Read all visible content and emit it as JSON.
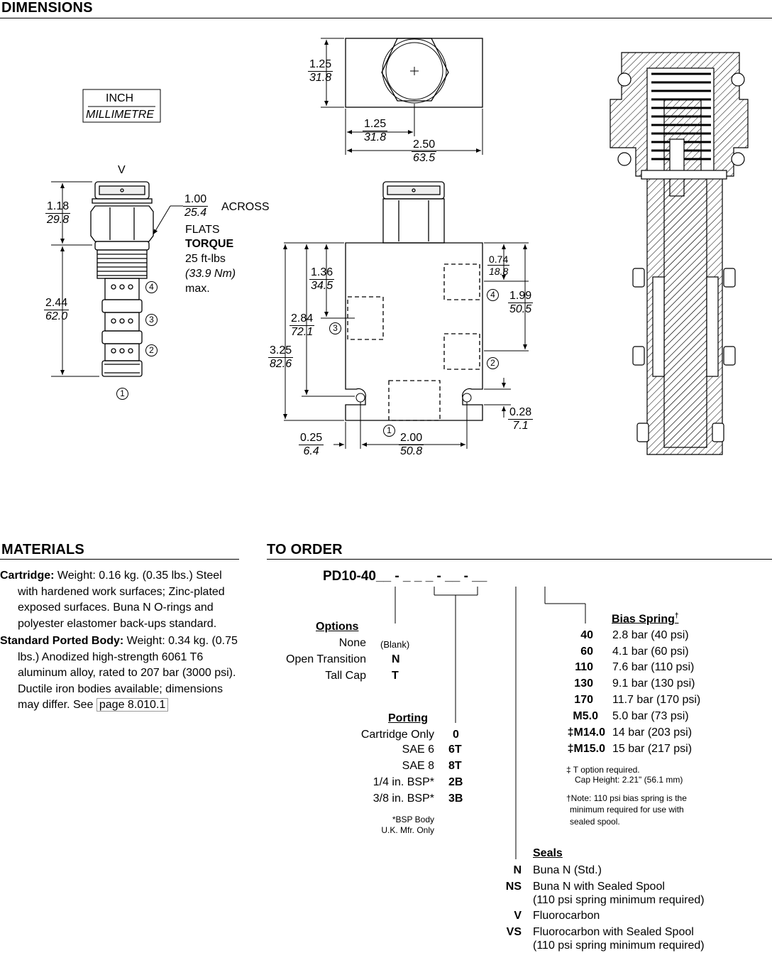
{
  "sections": {
    "dimensions": "DIMENSIONS",
    "materials": "MATERIALS",
    "to_order": "TO ORDER"
  },
  "legend": {
    "inch": "INCH",
    "millimetre": "MILLIMETRE"
  },
  "cartridge_view": {
    "top_label": "V",
    "across_flats": {
      "in": "1.00",
      "mm": "25.4",
      "text1": "ACROSS",
      "text2": "FLATS"
    },
    "torque": {
      "title": "TORQUE",
      "line1": "25 ft-lbs",
      "line2": "(33.9 Nm)",
      "line3": "max."
    },
    "dim_height": {
      "in": "1.18",
      "mm": "29.8"
    },
    "dim_body": {
      "in": "2.44",
      "mm": "62.0"
    },
    "ports": [
      "4",
      "3",
      "2",
      "1"
    ]
  },
  "body_top_view": {
    "dim_height": {
      "in": "1.25",
      "mm": "31.8"
    },
    "dim_center": {
      "in": "1.25",
      "mm": "31.8"
    },
    "dim_width": {
      "in": "2.50",
      "mm": "63.5"
    }
  },
  "body_front_view": {
    "dim_a": {
      "in": "1.36",
      "mm": "34.5"
    },
    "dim_b": {
      "in": "2.84",
      "mm": "72.1"
    },
    "dim_c": {
      "in": "3.25",
      "mm": "82.6"
    },
    "dim_d": {
      "in": "0.74",
      "mm": "18.8"
    },
    "dim_e": {
      "in": "1.99",
      "mm": "50.5"
    },
    "dim_f": {
      "in": "0.28",
      "mm": "7.1"
    },
    "dim_g": {
      "in": "0.25",
      "mm": "6.4"
    },
    "dim_h": {
      "in": "2.00",
      "mm": "50.8"
    },
    "ports": [
      "3",
      "4",
      "2",
      "1"
    ]
  },
  "materials": {
    "cartridge_label": "Cartridge:",
    "cartridge_text": " Weight: 0.16 kg. (0.35 lbs.) Steel with hardened work surfaces; Zinc-plated exposed surfaces. Buna N O-rings and polyester elastomer back-ups standard.",
    "body_label": "Standard Ported Body:",
    "body_text": " Weight: 0.34 kg. (0.75 lbs.) Anodized high-strength 6061 T6 aluminum alloy, rated to 207 bar (3000 psi). Ductile iron bodies available; dimensions may differ. See ",
    "page_link": "page 8.010.1"
  },
  "order": {
    "code": "PD10-40__ - _ _ _ - __ - __",
    "options": {
      "title": "Options",
      "items": [
        {
          "label": "None",
          "code": "(Blank)"
        },
        {
          "label": "Open Transition",
          "code": "N"
        },
        {
          "label": "Tall Cap",
          "code": "T"
        }
      ]
    },
    "porting": {
      "title": "Porting",
      "items": [
        {
          "label": "Cartridge Only",
          "code": "0"
        },
        {
          "label": "SAE 6",
          "code": "6T"
        },
        {
          "label": "SAE 8",
          "code": "8T"
        },
        {
          "label": "1/4 in. BSP*",
          "code": "2B"
        },
        {
          "label": "3/8 in. BSP*",
          "code": "3B"
        }
      ],
      "note1": "*BSP Body",
      "note2": "U.K. Mfr. Only"
    },
    "bias_spring": {
      "title": "Bias Spring",
      "title_mark": "†",
      "items": [
        {
          "code": "40",
          "desc": "2.8 bar (40 psi)"
        },
        {
          "code": "60",
          "desc": "4.1 bar (60 psi)"
        },
        {
          "code": "110",
          "desc": "7.6 bar (110 psi)"
        },
        {
          "code": "130",
          "desc": "9.1 bar (130 psi)"
        },
        {
          "code": "170",
          "desc": "11.7 bar (170 psi)"
        },
        {
          "code": "M5.0",
          "desc": "5.0 bar (73 psi)"
        },
        {
          "code": "‡M14.0",
          "desc": "14 bar (203 psi)"
        },
        {
          "code": "‡M15.0",
          "desc": "15 bar (217 psi)"
        }
      ],
      "note1a": "‡ T option required.",
      "note1b": "Cap Height: 2.21\" (56.1 mm)",
      "note2a": "†Note: 110 psi bias spring is the",
      "note2b": "minimum required for use with",
      "note2c": "sealed spool."
    },
    "seals": {
      "title": "Seals",
      "items": [
        {
          "code": "N",
          "desc": "Buna N (Std.)",
          "sub": ""
        },
        {
          "code": "NS",
          "desc": "Buna N with Sealed Spool",
          "sub": "(110 psi spring minimum required)"
        },
        {
          "code": "V",
          "desc": "Fluorocarbon",
          "sub": ""
        },
        {
          "code": "VS",
          "desc": "Fluorocarbon with Sealed Spool",
          "sub": "(110 psi spring minimum required)"
        }
      ]
    }
  }
}
